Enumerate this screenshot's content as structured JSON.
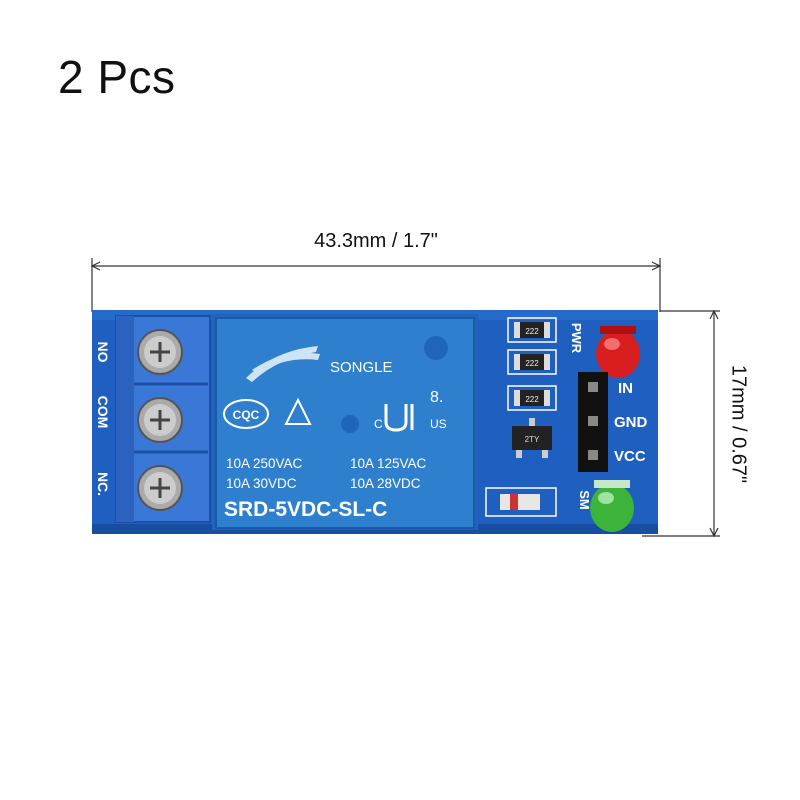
{
  "header": {
    "quantity": "2 Pcs"
  },
  "dimensions": {
    "width_label": "43.3mm / 1.7\"",
    "height_label": "17mm / 0.67\""
  },
  "board": {
    "terminal_labels": [
      "NO",
      "COM",
      "NC."
    ],
    "pin_labels": [
      "IN",
      "GND",
      "VCC"
    ],
    "led_labels": [
      "PWR",
      "SM"
    ],
    "resistor_code": "222",
    "transistor_code": "2TY"
  },
  "relay": {
    "brand": "SONGLE",
    "cqc_mark": "CQC",
    "ul_mark": "US",
    "ul_prefix": "C",
    "rating_code": "8.",
    "ratings": [
      "10A  250VAC",
      "10A  125VAC",
      "10A   30VDC",
      "10A   28VDC"
    ],
    "model": "SRD-5VDC-SL-C"
  },
  "colors": {
    "pcb": "#1f5fbf",
    "relay_body": "#2f7fcf",
    "terminal_block": "#3a78d8",
    "led_red": "#d81e1e",
    "led_green": "#3cb43c"
  }
}
